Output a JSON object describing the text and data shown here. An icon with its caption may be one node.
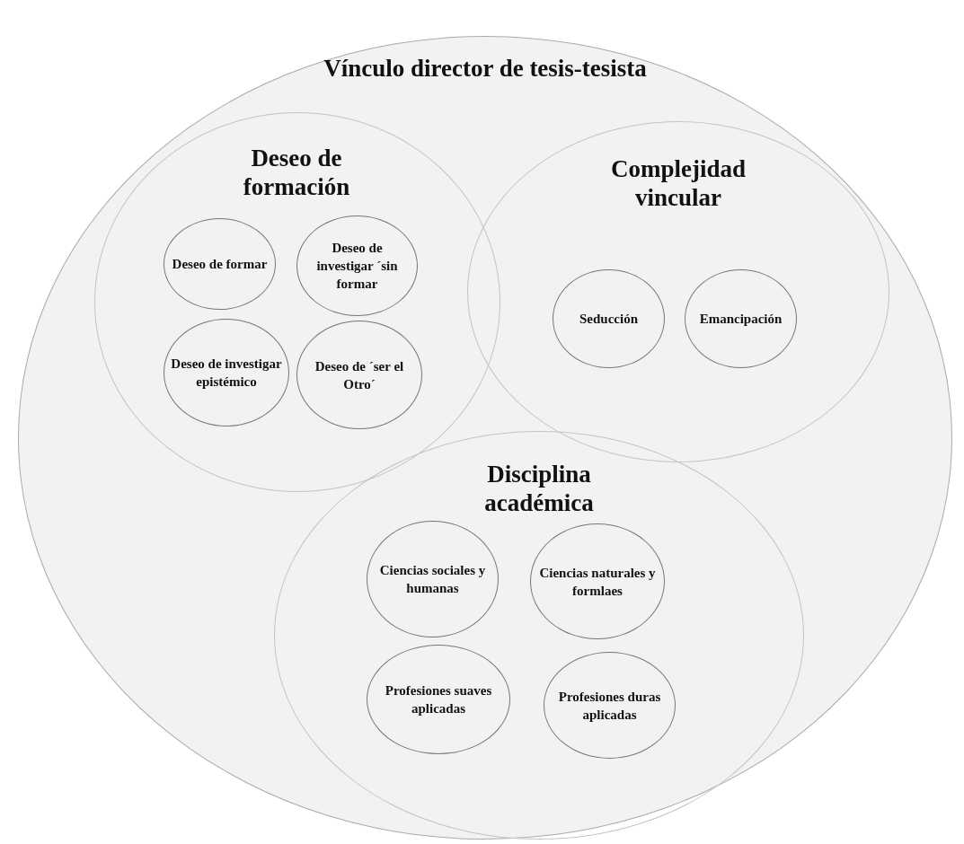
{
  "diagram": {
    "nodes": [
      {
        "text": [
          "Vínculo director de tesis-tesista"
        ]
      },
      {
        "text": [
          "Deseo de formación"
        ],
        "in": 0
      },
      {
        "text": [
          "Deseo de formar"
        ],
        "in": 1
      },
      {
        "text": [
          "Deseo de investigar ´sin formar"
        ],
        "in": 1
      },
      {
        "text": [
          "Deseo de investigar epistémico"
        ],
        "in": 1
      },
      {
        "text": [
          "Deseo de ´ser el Otro´"
        ],
        "in": 1
      },
      {
        "text": [
          "Complejidad vincular"
        ],
        "in": 0
      },
      {
        "text": [
          "Seducción"
        ],
        "in": 6
      },
      {
        "text": [
          "Emancipación"
        ],
        "in": 6
      },
      {
        "text": [
          "Disciplina académica"
        ],
        "in": 0
      },
      {
        "text": [
          "Ciencias sociales y humanas"
        ],
        "in": 9
      },
      {
        "text": [
          "Ciencias naturales y formlaes"
        ],
        "in": 9
      },
      {
        "text": [
          "Profesiones suaves aplicadas"
        ],
        "in": 9
      },
      {
        "text": [
          "Profesiones duras aplicadas"
        ],
        "in": 9
      }
    ]
  }
}
